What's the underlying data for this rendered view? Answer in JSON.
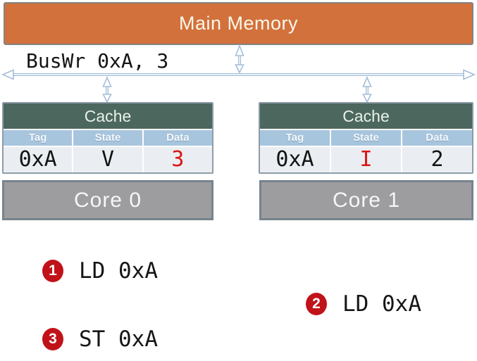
{
  "memory": {
    "label": "Main Memory"
  },
  "bus": {
    "label": "BusWr 0xA, 3"
  },
  "caches": [
    {
      "title": "Cache",
      "columns": [
        "Tag",
        "State",
        "Data"
      ],
      "row": {
        "tag": "0xA",
        "state": "V",
        "data": "3"
      }
    },
    {
      "title": "Cache",
      "columns": [
        "Tag",
        "State",
        "Data"
      ],
      "row": {
        "tag": "0xA",
        "state": "I",
        "data": "2"
      }
    }
  ],
  "cores": [
    {
      "label": "Core 0"
    },
    {
      "label": "Core 1"
    }
  ],
  "steps": [
    {
      "number": "1",
      "text": "LD 0xA"
    },
    {
      "number": "2",
      "text": "LD 0xA"
    },
    {
      "number": "3",
      "text": "ST 0xA"
    }
  ],
  "colors": {
    "memory_fill": "#D2713B",
    "memory_border": "#838383",
    "cache_header_bg": "#4C685E",
    "column_header_bg": "#A8C5DE",
    "data_row_bg": "#EAEEF2",
    "cache_border": "#8E9CA8",
    "core_fill": "#9D9DA0",
    "core_border": "#76848E",
    "bus_arrow": "#A3BED8",
    "highlight_red": "#DC1414",
    "step_badge_red": "#C1121A"
  }
}
